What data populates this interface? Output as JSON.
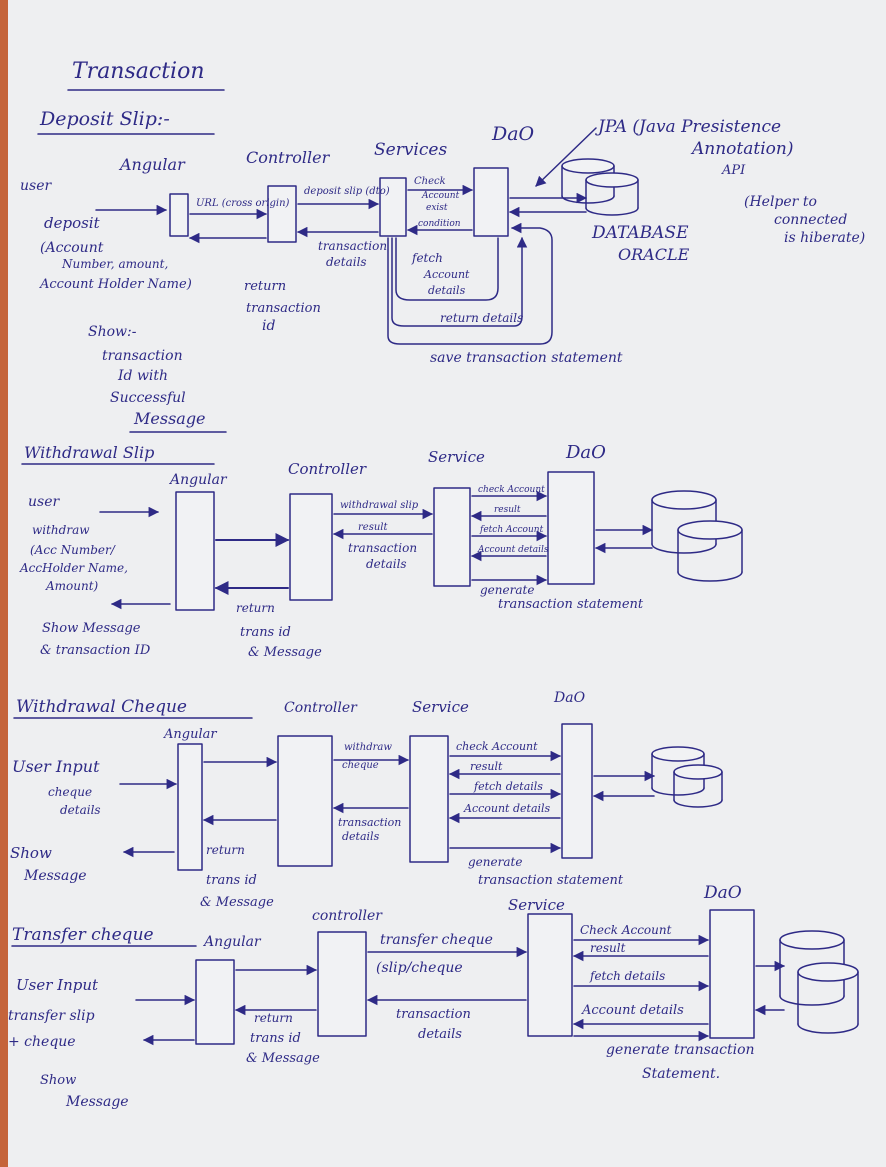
{
  "colors": {
    "ink": "#2e2a86",
    "paper": "#eeeff1",
    "page_edge": "#c5643a"
  },
  "header": {
    "title": "Transaction",
    "subtitle": "Deposit Slip:-"
  },
  "deposit": {
    "col_angular": "Angular",
    "col_controller": "Controller",
    "col_services": "Services",
    "col_dao": "DaO",
    "jpa_line1": "JPA (Java Presistence",
    "jpa_line2": "Annotation)",
    "jpa_line3": "API",
    "helper_line1": "(Helper to",
    "helper_line2": "connected",
    "helper_line3": "is hiberate)",
    "database": "DATABASE",
    "oracle": "ORACLE",
    "user": "user",
    "deposit_lines": [
      "deposit",
      "(Account",
      "Number, amount,",
      "Account Holder Name)"
    ],
    "url": "URL (cross origin)",
    "deposit_slip_label": "deposit slip (dto)",
    "check_lines": [
      "Check",
      "Account",
      "exist",
      "condition"
    ],
    "transaction_details": [
      "transaction",
      "details"
    ],
    "fetch_lines": [
      "fetch",
      "Account",
      "details"
    ],
    "return_details": "return details",
    "save_statement": "save transaction statement",
    "return_id": [
      "return",
      "transaction",
      "id"
    ],
    "show_lines": [
      "Show:-",
      "transaction",
      "Id with",
      "Successful",
      "Message"
    ]
  },
  "withdraw_slip": {
    "title": "Withdrawal Slip",
    "col_angular": "Angular",
    "col_controller": "Controller",
    "col_service": "Service",
    "col_dao": "DaO",
    "user": "user",
    "withdraw_lines": [
      "withdraw",
      "(Acc Number/",
      "AccHolder Name,",
      "Amount)"
    ],
    "dto_label": "withdrawal slip",
    "result_label": "result",
    "check_account": "check Account",
    "result": "result",
    "fetch": "fetch Account",
    "account_details": "Account details",
    "transaction_details": [
      "transaction",
      "details"
    ],
    "generate": [
      "generate",
      "transaction statement"
    ],
    "return_lines": [
      "return",
      "trans id",
      "& Message"
    ],
    "show_lines": [
      "Show Message",
      "& transaction ID"
    ]
  },
  "withdraw_cheque": {
    "title": "Withdrawal Cheque",
    "col_angular": "Angular",
    "col_controller": "Controller",
    "col_service": "Service",
    "col_dao": "DaO",
    "user_lines": [
      "User Input",
      "cheque",
      "details"
    ],
    "withdraw_cheque": [
      "withdraw",
      "cheque"
    ],
    "check_account": "check Account",
    "result": "result",
    "fetch": "fetch details",
    "account_details": "Account details",
    "transaction_details": [
      "transaction",
      "details"
    ],
    "generate": [
      "generate",
      "transaction statement"
    ],
    "return_lines": [
      "return",
      "trans id",
      "& Message"
    ],
    "show_lines": [
      "Show",
      "Message"
    ]
  },
  "transfer": {
    "title": "Transfer cheque",
    "col_angular": "Angular",
    "col_controller": "controller",
    "col_service": "Service",
    "col_dao": "DaO",
    "user_lines": [
      "User Input",
      "transfer slip",
      "+ cheque"
    ],
    "transfer_label": "transfer cheque",
    "slip_cheque": "(slip/cheque",
    "check_account": "Check Account",
    "result": "result",
    "fetch": "fetch details",
    "account_details": "Account details",
    "transaction_details": [
      "transaction",
      "details"
    ],
    "generate": [
      "generate transaction",
      "Statement."
    ],
    "return_lines": [
      "return",
      "trans id",
      "& Message"
    ],
    "show_lines": [
      "Show",
      "Message"
    ]
  }
}
